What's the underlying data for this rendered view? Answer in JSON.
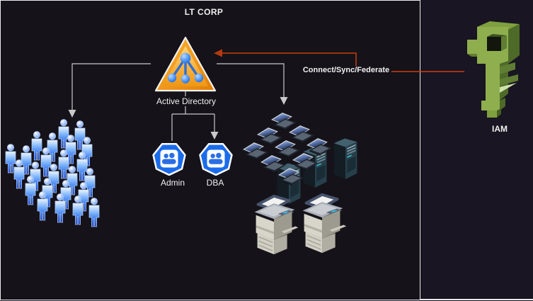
{
  "diagram": {
    "org_title": "LT CORP",
    "nodes": {
      "active_directory": {
        "label": "Active Directory",
        "icon": "active-directory-triangle-icon"
      },
      "admin": {
        "label": "Admin",
        "icon": "group-hexagon-icon"
      },
      "dba": {
        "label": "DBA",
        "icon": "group-hexagon-icon"
      },
      "iam": {
        "label": "IAM",
        "icon": "aws-iam-key-icon"
      },
      "users": {
        "icon": "user-crowd-icon",
        "count": 24
      },
      "laptops": {
        "icon": "laptop-cluster-icon",
        "count": 9
      },
      "servers": {
        "icon": "server-towers-icon",
        "count": 3
      },
      "printers": {
        "icon": "multifunction-printers-icon",
        "count": 2
      }
    },
    "edges": {
      "connect_label": "Connect/Sync/Federate"
    },
    "colors": {
      "background": "#15121a",
      "outer_background": "#191522",
      "border": "#ebebeb",
      "connector_gray": "#c9c9c9",
      "connector_orange": "#c8400f",
      "ad_orange": "#f09613",
      "node_blue": "#1b6cea",
      "people_blue": "#3b7cf0",
      "iam_green": "#8fae4e",
      "label_text": "#f0f0f0"
    }
  }
}
